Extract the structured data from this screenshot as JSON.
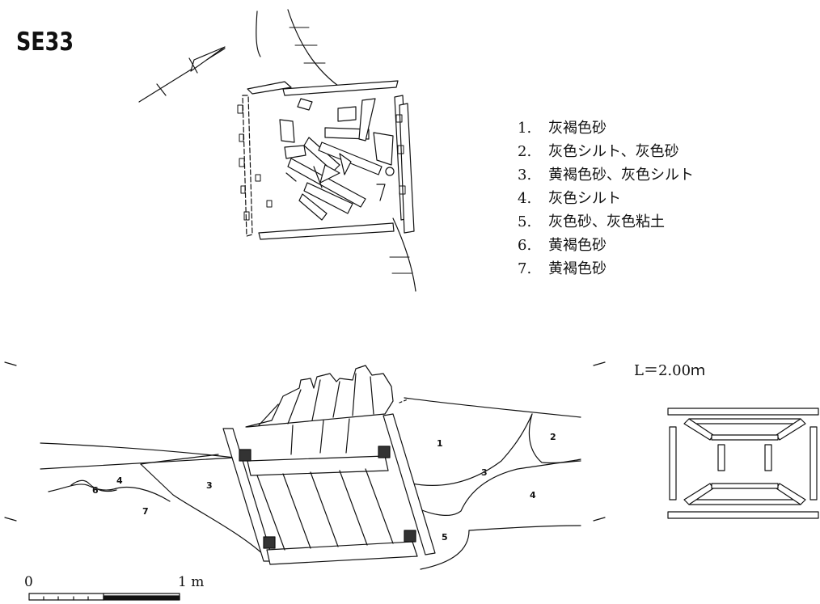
{
  "figure": {
    "title": "SE33",
    "elevation": "L＝2.00ｍ",
    "scale": {
      "start": "0",
      "end": "1 m"
    }
  },
  "legend": [
    {
      "num": "1.",
      "text": "灰褐色砂"
    },
    {
      "num": "2.",
      "text": "灰色シルト、灰色砂"
    },
    {
      "num": "3.",
      "text": "黄褐色砂、灰色シルト"
    },
    {
      "num": "4.",
      "text": "灰色シルト"
    },
    {
      "num": "5.",
      "text": "灰色砂、灰色粘土"
    },
    {
      "num": "6.",
      "text": "黄褐色砂"
    },
    {
      "num": "7.",
      "text": "黄褐色砂"
    }
  ],
  "section_labels": {
    "l1": "1",
    "l2": "2",
    "l3a": "3",
    "l3b": "3",
    "l4a": "4",
    "l4b": "4",
    "l5": "5",
    "l6": "6",
    "l7": "7"
  }
}
